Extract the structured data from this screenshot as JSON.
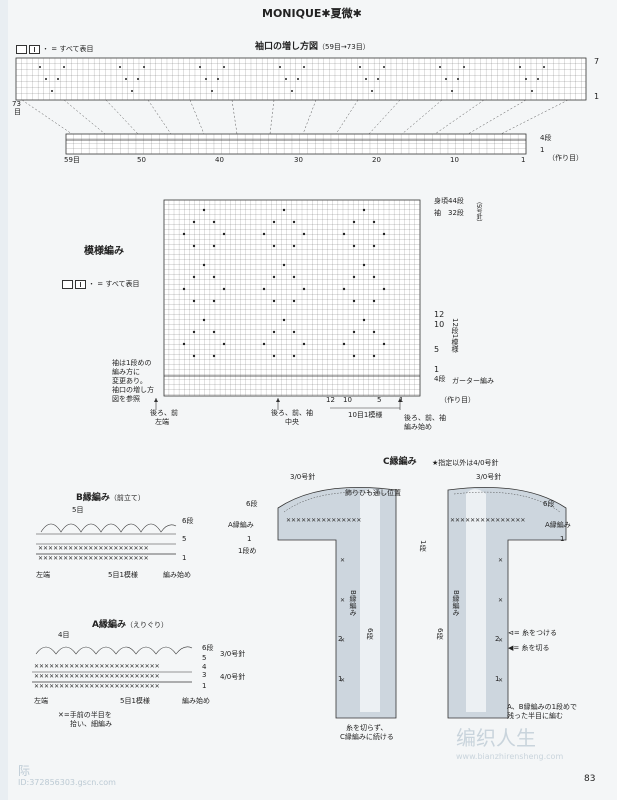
{
  "title": "MONIQUE✱夏微✱",
  "page_number": "83",
  "legend_text": "・ = すべて表目",
  "sleeve": {
    "title": "袖口の増し方図",
    "title_range": "（59目→73目）",
    "row_top": "7",
    "row_one": "1",
    "left_mark_top": "73",
    "left_mark_bottom": "目",
    "right_4": "4段",
    "right_1": "1",
    "right_cast": "（作り目）",
    "bottom_numbers": [
      "59目",
      "50",
      "40",
      "30",
      "20",
      "10",
      "1"
    ]
  },
  "pattern": {
    "title": "模様編み",
    "right_body": "身頃44段",
    "right_sleeve": "袖　32段",
    "right_bracket": "（5号針）",
    "right_12": "12",
    "right_10": "10",
    "right_pattern": "12段1模様",
    "right_5": "5",
    "right_1": "1",
    "right_4": "4段",
    "right_garter": "ガーター編み",
    "right_cast": "（作り目）",
    "left_note": [
      "袖は1段めの",
      "編み方に",
      "変更あり。",
      "袖口の増し方",
      "図を参照"
    ],
    "under_left": [
      "後ろ、前",
      "左端"
    ],
    "under_center": [
      "後ろ、前、袖",
      "中央"
    ],
    "under_nums": [
      "12",
      "10",
      "5",
      "1"
    ],
    "under_repeat": "10目1模様",
    "under_right": [
      "後ろ、前、袖",
      "編み始め"
    ]
  },
  "b_edge": {
    "title": "B縁編み",
    "subtitle": "（前立て）",
    "top_label": "5目",
    "row_6": "6段",
    "row_5": "5",
    "row_1": "1",
    "left_end": "左端",
    "repeat": "5目1模様",
    "start": "編み始め"
  },
  "a_edge": {
    "title": "A縁編み",
    "subtitle": "（えりぐり）",
    "top_label": "4目",
    "row_6": "6段",
    "row_5": "5",
    "row_4": "4",
    "row_3": "3",
    "row_1": "1",
    "needle_3": "3/0号針",
    "needle_4": "4/0号針",
    "left_end": "左端",
    "repeat": "5目1模様",
    "start": "編み始め",
    "note_1": "✕=手前の半目を",
    "note_2": "拾い、細編み"
  },
  "c_edge": {
    "title": "C縁編み",
    "note": "★指定以外は4/0号針",
    "needle_left": "3/0号針",
    "needle_right": "3/0号針",
    "ribbon": "飾りひも通し位置",
    "left_6": "6段",
    "right_6": "6段",
    "left_a": "A縁編み",
    "right_a": "A縁編み",
    "left_1": "1",
    "left_1row": "1段め",
    "right_1": "1",
    "left_b": "B縁編み",
    "right_b": "B縁編み",
    "side_2l": "2",
    "side_2r": "2",
    "side_6l": "6段",
    "side_6r": "6段",
    "side_1l": "1",
    "side_1r": "1",
    "center_1": "1段",
    "legend_attach": "⊲= 糸をつける",
    "legend_cut": "◀= 糸を切る",
    "note_ab_1": "A、B縁編みの1段めで",
    "note_ab_2": "残った半目に編む",
    "note_cut_1": "糸を切らず、",
    "note_cut_2": "C縁編みに続ける"
  },
  "watermark": "编织人生",
  "watermark_url": "www.bianzhirensheng.com",
  "footer_char": "际",
  "footer_id": "ID:372856303.gscn.com"
}
